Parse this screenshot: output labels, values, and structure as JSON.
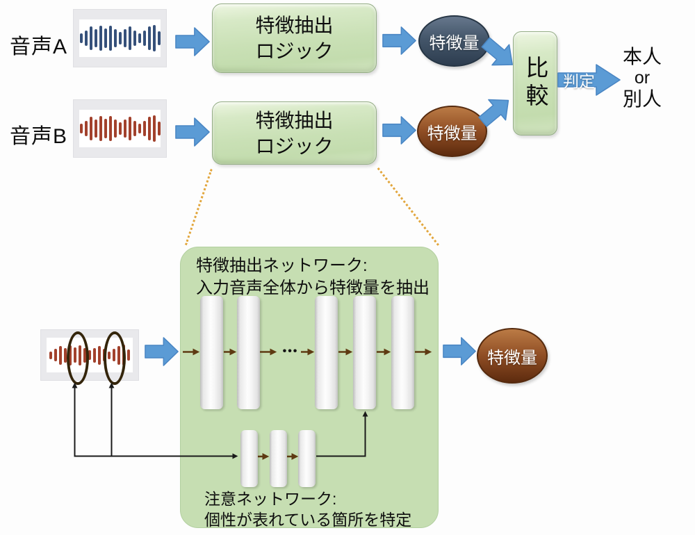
{
  "colors": {
    "arrow_blue": "#5b9bd5",
    "arrow_blue_border": "#4a86c4",
    "box_green": "#c6deb2",
    "dark_ellipse": "#44566a",
    "brown_ellipse": "#8f4d24",
    "dotted_seam": "#e2a63d",
    "flow_arrow_brown": "#5e3a12",
    "wave_a": "#35507a",
    "wave_b": "#a2412c"
  },
  "waveform": {
    "heights": [
      14,
      22,
      34,
      26,
      36,
      28,
      36,
      26,
      18,
      26,
      34,
      22,
      14,
      22,
      34,
      38,
      20
    ]
  },
  "top": {
    "voice_a_label": "音声A",
    "voice_b_label": "音声B",
    "logic_line1": "特徴抽出",
    "logic_line2": "ロジック",
    "feature_label": "特徴量",
    "compare_label": "比較",
    "judgement_label": "判定",
    "result_line1": "本人",
    "result_line2": "or",
    "result_line3": "別人"
  },
  "detail": {
    "feature_net_line1": "特徴抽出ネットワーク:",
    "feature_net_line2": "入力音声全体から特徴量を抽出",
    "ellipsis": "•••",
    "attention_net_line1": "注意ネットワーク:",
    "attention_net_line2": "個性が表れている箇所を特定",
    "feature_label": "特徴量"
  }
}
